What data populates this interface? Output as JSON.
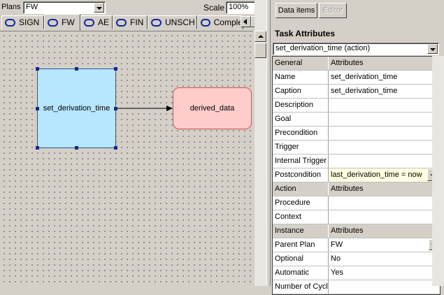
{
  "toolbar": {
    "plans_label": "Plans",
    "plans_value": "FW",
    "scale_label": "Scale",
    "scale_value": "100%"
  },
  "tabs": [
    {
      "label": "SIGN",
      "active": false
    },
    {
      "label": "FW",
      "active": true
    },
    {
      "label": "AE",
      "active": false
    },
    {
      "label": "FIN",
      "active": false
    },
    {
      "label": "UNSCH",
      "active": false
    },
    {
      "label": "Comple",
      "active": false
    }
  ],
  "canvas": {
    "task_node": "set_derivation_time",
    "data_node": "derived_data"
  },
  "panel": {
    "data_items_button": "Data items",
    "editor_button": "Editor",
    "title": "Task Attributes",
    "selector_value": "set_derivation_time   (action)"
  },
  "grid": {
    "general": {
      "header": "General",
      "header_value": "Attributes"
    },
    "general_rows": [
      {
        "key": "Name",
        "value": "set_derivation_time"
      },
      {
        "key": "Caption",
        "value": "set_derivation_time"
      },
      {
        "key": "Description",
        "value": ""
      },
      {
        "key": "Goal",
        "value": ""
      },
      {
        "key": "Precondition",
        "value": ""
      },
      {
        "key": "Trigger",
        "value": ""
      },
      {
        "key": "Internal Trigger",
        "value": ""
      },
      {
        "key": "Postcondition",
        "value": "last_derivation_time = now"
      }
    ],
    "action": {
      "header": "Action",
      "header_value": "Attributes"
    },
    "action_rows": [
      {
        "key": "Procedure",
        "value": ""
      },
      {
        "key": "Context",
        "value": ""
      }
    ],
    "instance": {
      "header": "Instance",
      "header_value": "Attributes"
    },
    "instance_rows": [
      {
        "key": "Parent Plan",
        "value": "FW"
      },
      {
        "key": "Optional",
        "value": "No"
      },
      {
        "key": "Automatic",
        "value": "Yes"
      },
      {
        "key": "Number of Cycles",
        "value": ""
      }
    ],
    "ellipsis_label": "..."
  },
  "colors": {
    "task_fill": "#b7e6ff",
    "data_fill": "#ffcccc",
    "tab_icon": "#1028a0"
  }
}
